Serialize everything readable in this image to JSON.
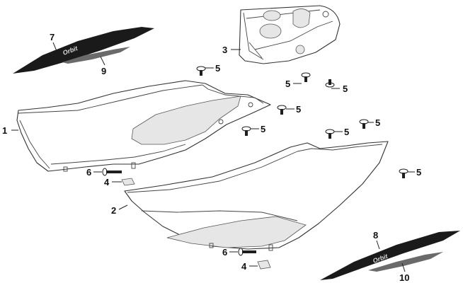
{
  "diagram": {
    "callouts": {
      "c1": "1",
      "c2": "2",
      "c3": "3",
      "c4a": "4",
      "c4b": "4",
      "c5a": "5",
      "c5b": "5",
      "c5c": "5",
      "c5d": "5",
      "c5e": "5",
      "c5f": "5",
      "c5g": "5",
      "c5h": "5",
      "c6a": "6",
      "c6b": "6",
      "c7": "7",
      "c8": "8",
      "c9": "9",
      "c10": "10"
    },
    "decal_text_upper": "Orbit",
    "decal_text_lower": "Orbit"
  }
}
